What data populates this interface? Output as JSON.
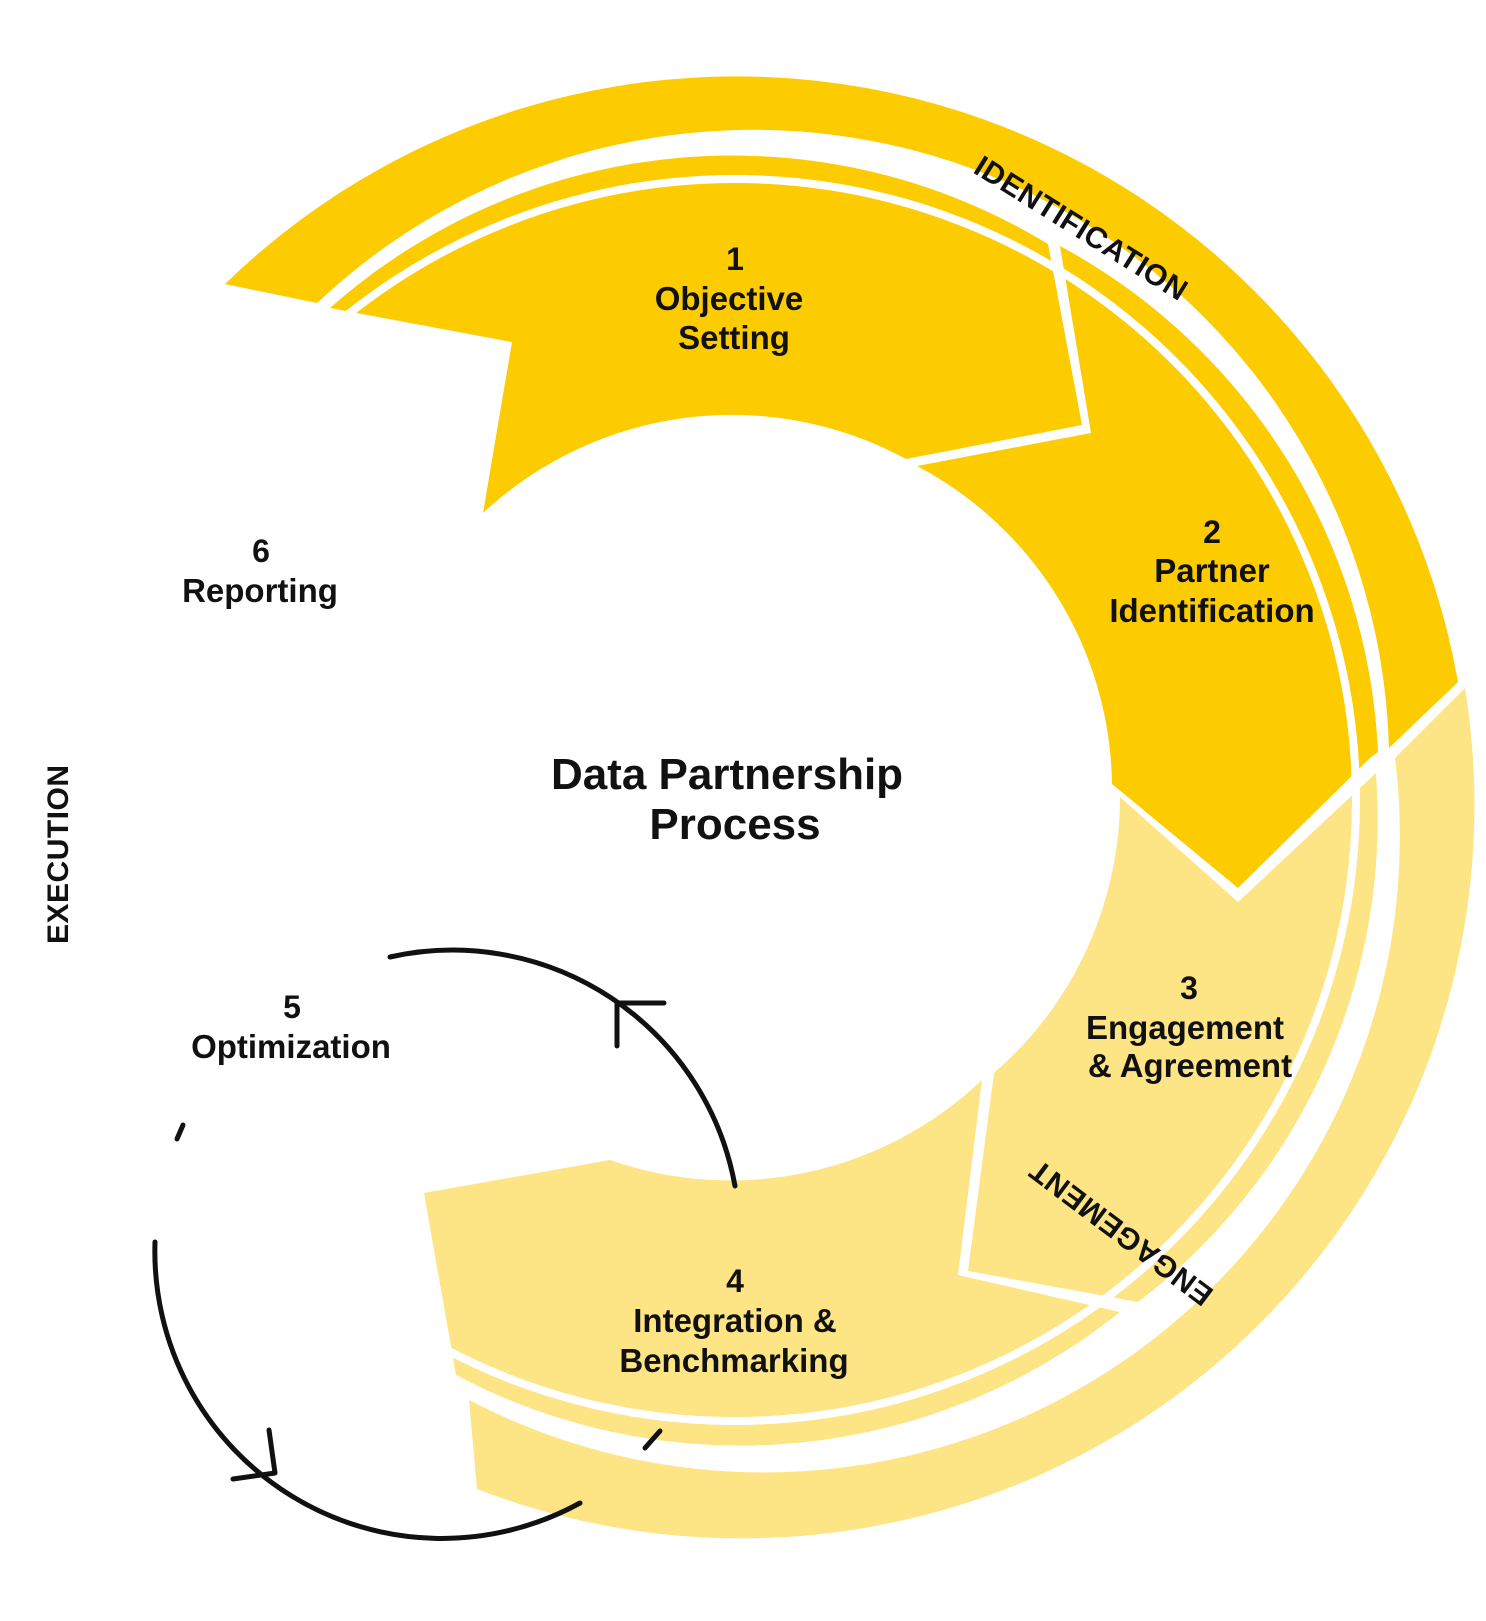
{
  "title": {
    "line1": "Data Partnership",
    "line2": "Process"
  },
  "phases": {
    "identification": "IDENTIFICATION",
    "engagement": "ENGAGEMENT",
    "execution": "EXECUTION"
  },
  "steps": [
    {
      "number": "1",
      "line1": "Objective",
      "line2": "Setting"
    },
    {
      "number": "2",
      "line1": "Partner",
      "line2": "Identification"
    },
    {
      "number": "3",
      "line1": "Engagement",
      "line2": "& Agreement"
    },
    {
      "number": "4",
      "line1": "Integration &",
      "line2": "Benchmarking"
    },
    {
      "number": "5",
      "line1": "Optimization"
    },
    {
      "number": "6",
      "line1": "Reporting"
    }
  ],
  "colors": {
    "identification": "#fccc00",
    "engagement": "#fde484",
    "execution": "#ffffff",
    "text": "#111111",
    "cycle_line": "#111111"
  }
}
